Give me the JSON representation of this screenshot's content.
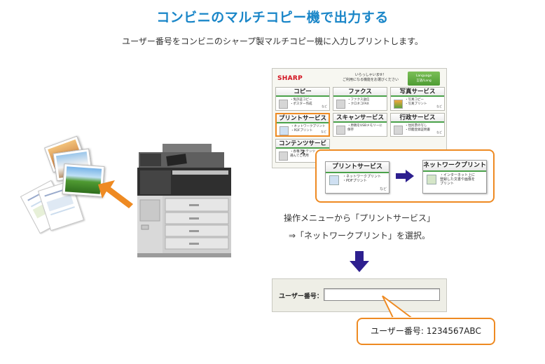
{
  "header": {
    "title": "コンビニのマルチコピー機で出力する",
    "subtitle": "ユーザー番号をコンビニのシャープ製マルチコピー機に入力しプリントします。"
  },
  "panel": {
    "logo": "SHARP",
    "welcome_line1": "いらっしゃいませ！",
    "welcome_line2": "ご利用になる機能をお選びください",
    "language_button": "Language\n言語/Lang",
    "tiles": [
      {
        "title": "コピー",
        "desc": "・免許証コピー\n・ポスター作成",
        "more": "など"
      },
      {
        "title": "ファクス",
        "desc": "・ファクス送信\n・クロネコFAX",
        "more": ""
      },
      {
        "title": "写真サービス",
        "desc": "・写真コピー\n・写真プリント",
        "more": "など"
      },
      {
        "title": "プリントサービス",
        "desc": "・ネットワークプリント\n・PDFプリント",
        "more": "など"
      },
      {
        "title": "スキャンサービス",
        "desc": "・原稿をUSBメモリーに\n保存",
        "more": ""
      },
      {
        "title": "行政サービス",
        "desc": "・住民票の写し\n・印鑑登録証明書",
        "more": "など"
      },
      {
        "title": "コンテンツサービス",
        "desc": "・各種コンテンツ\n選んでご利用",
        "more": ""
      }
    ]
  },
  "callout": {
    "print_service": {
      "title": "プリントサービス",
      "desc": "・ネットワークプリント\n・PDFプリント",
      "more": "など"
    },
    "network_print": {
      "title": "ネットワークプリント",
      "desc": "・インターネット上に\n登録した文書や画像を\nプリント"
    }
  },
  "caption": {
    "line1": "操作メニューから「プリントサービス」",
    "line2": "⇒「ネットワークプリント」を選択。"
  },
  "user_number": {
    "label": "ユーザー番号：",
    "input_value": "",
    "example": "ユーザー番号: 1234567ABC"
  },
  "colors": {
    "title": "#1a86c8",
    "accent": "#ee8a22",
    "arrow": "#2d1f8f",
    "green": "#4aa24a"
  }
}
